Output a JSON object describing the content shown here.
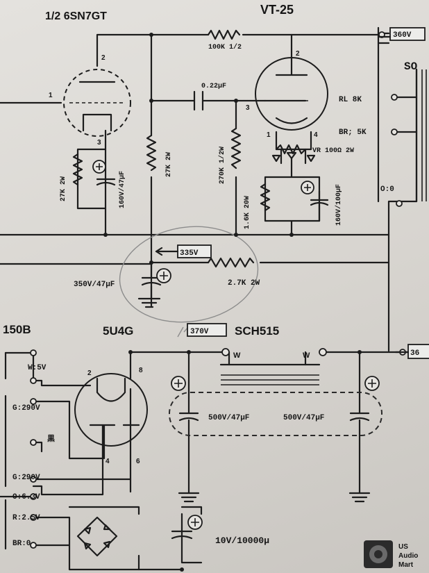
{
  "labels": {
    "tube_6sn7gt": "1/2  6SN7GT",
    "tube_vt25": "VT-25",
    "r_100k": "100K 1/2",
    "c_022uf": "0.22μF",
    "rl_8k": "RL 8K",
    "br_5k": "BR; 5K",
    "vr_100": "VR 100Ω 2W",
    "o_0": "O:0",
    "so": "SO",
    "box_top": "360V",
    "r_27k_2w": "27K 2W",
    "c_160v_47": "160V/47μF",
    "r_27k_2w_b": "27K 2W",
    "r_270k": "270K 1/2W",
    "r_16k_20w": "1.6K 20W",
    "c_160v_100": "160V/100μF",
    "v_335": "335V",
    "c_350v_47": "350V/47μF",
    "r_27k": "2.7K 2W",
    "t_150b": "150B",
    "tube_5u4g": "5U4G",
    "v_370": "370V",
    "sch515": "SCH515",
    "box_right": "36",
    "w_left": "W",
    "w_right": "W",
    "w_5v": "W:5V",
    "g_290_a": "G:290V",
    "kuro": "黒",
    "g_290_b": "G:290V",
    "o_63v": "O:6.3V",
    "r_25v": "R:2.5V",
    "br_0": "BR:0",
    "c_500v_47_a": "500V/47μF",
    "c_500v_47_b": "500V/47μF",
    "c_10v_10000": "10V/10000μ"
  },
  "pins": {
    "p2a": "2",
    "p1a": "1",
    "p3a": "3",
    "p2b": "2",
    "p3b": "3",
    "p1b": "1",
    "p4b": "4",
    "p2c": "2",
    "p8c": "8",
    "p4c": "4",
    "p6c": "6"
  },
  "watermark": {
    "line1": "US",
    "line2": "Audio",
    "line3": "Mart"
  },
  "colors": {
    "ink": "#1c1c1c",
    "paper": "#e4e2de",
    "pencil": "#8c8c8c"
  }
}
